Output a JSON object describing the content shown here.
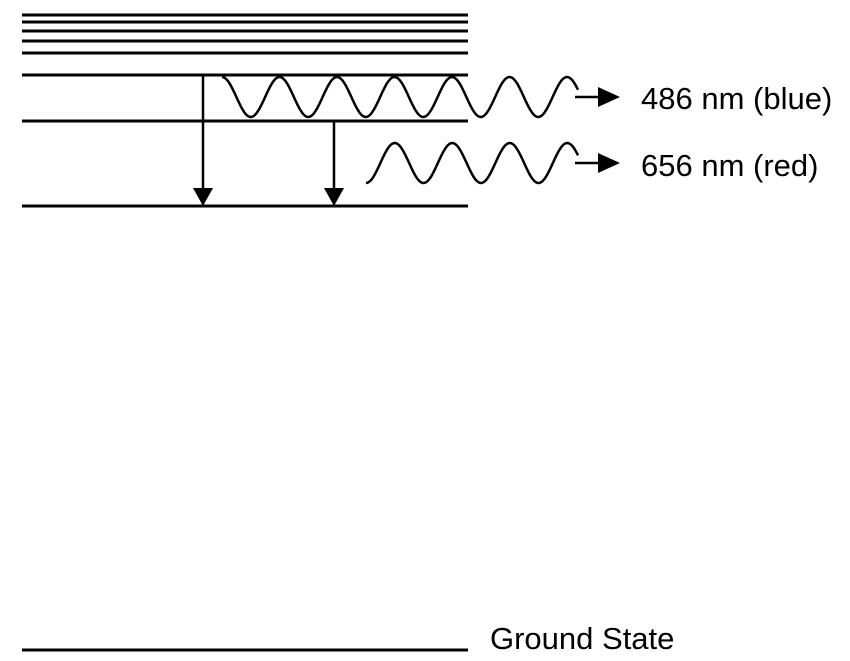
{
  "photons": [
    {
      "label": "486 nm (blue)"
    },
    {
      "label": "656 nm (red)"
    }
  ],
  "ground_state_label": "Ground State",
  "colors": {
    "line": "#000000",
    "background": "#ffffff"
  }
}
